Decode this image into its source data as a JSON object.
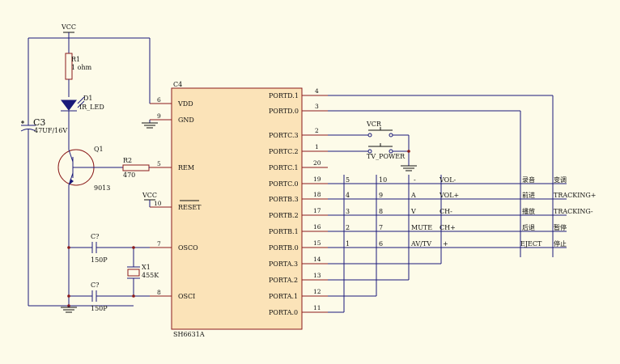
{
  "chip": {
    "ref": "C4",
    "part": "SH6631A",
    "left_pins": [
      {
        "num": "6",
        "name": "VDD"
      },
      {
        "num": "9",
        "name": "GND"
      },
      {
        "num": "5",
        "name": "REM"
      },
      {
        "num": "10",
        "name": "RESET"
      },
      {
        "num": "7",
        "name": "OSCO"
      },
      {
        "num": "8",
        "name": "OSCI"
      }
    ],
    "right_pins": [
      {
        "num": "4",
        "name": "PORTD.1"
      },
      {
        "num": "3",
        "name": "PORTD.0"
      },
      {
        "num": "2",
        "name": "PORTC.3"
      },
      {
        "num": "1",
        "name": "PORTC.2"
      },
      {
        "num": "20",
        "name": "PORTC.1"
      },
      {
        "num": "19",
        "name": "PORTC.0"
      },
      {
        "num": "18",
        "name": "PORTB.3"
      },
      {
        "num": "17",
        "name": "PORTB.2"
      },
      {
        "num": "16",
        "name": "PORTB.1"
      },
      {
        "num": "15",
        "name": "PORTB.0"
      },
      {
        "num": "14",
        "name": "PORTA.3"
      },
      {
        "num": "13",
        "name": "PORTA.2"
      },
      {
        "num": "12",
        "name": "PORTA.1"
      },
      {
        "num": "11",
        "name": "PORTA.0"
      }
    ]
  },
  "components": {
    "vcc_top": "VCC",
    "vcc_reset": "VCC",
    "r1_ref": "R1",
    "r1_val": "1 ohm",
    "d1_ref": "D1",
    "d1_val": "IR_LED",
    "c3_ref": "C3",
    "c3_val": "47UF/16V",
    "q1_ref": "Q1",
    "q1_val": "9013",
    "r2_ref": "R2",
    "r2_val": "470",
    "ca_ref": "C?",
    "ca_val": "150P",
    "cb_ref": "C?",
    "cb_val": "150P",
    "x1_ref": "X1",
    "x1_val": "455K",
    "sw_vcr": "VCR",
    "sw_tv": "TV_POWER"
  },
  "matrix": {
    "rows": [
      {
        "a": "5",
        "b": "10",
        "c": "-",
        "d": "VOL-",
        "e": "录音",
        "f": "变调"
      },
      {
        "a": "4",
        "b": "9",
        "c": "A",
        "d": "VOL+",
        "e": "前进",
        "f": "TRACKING+"
      },
      {
        "a": "3",
        "b": "8",
        "c": "V",
        "d": "CH-",
        "e": "播放",
        "f": "TRACKING-"
      },
      {
        "a": "2",
        "b": "7",
        "c": "MUTE",
        "d": "CH+",
        "e": "后退",
        "f": "暂停"
      },
      {
        "a": "1",
        "b": "6",
        "c": "AV/TV",
        "d": "+",
        "e": "EJECT",
        "f": "停止"
      }
    ]
  }
}
